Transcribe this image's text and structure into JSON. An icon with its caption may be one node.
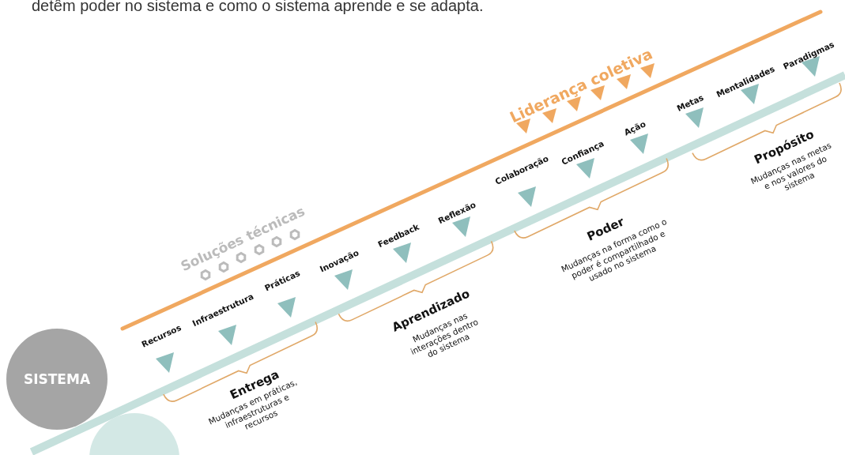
{
  "diagram": {
    "nodes": [
      {
        "text": [
          "SISTEMA"
        ]
      },
      {
        "text": [],
        "shape": "circle"
      }
    ],
    "labels": [
      "detêm poder no sistema e como o sistema aprende e se adapta.",
      "Liderança coletiva",
      "Paradigmas",
      "Mentalidades",
      "Metas",
      "Propósito",
      "Mudanças nas metas e nos valores do sistema",
      "Ação",
      "Confiança",
      "Colaboração",
      "Poder",
      "Mudanças na forma como o poder é compartilhado e usado no sistema",
      "Soluções técnicas",
      "Reflexão",
      "Feedback",
      "Inovação",
      "Práticas",
      "Infraestrutura",
      "Recursos",
      "Aprendizado",
      "Mudanças nas interações dentro do sistema",
      "Entrega",
      "Mudanças em práticas, infraestruturas e recursos"
    ]
  }
}
